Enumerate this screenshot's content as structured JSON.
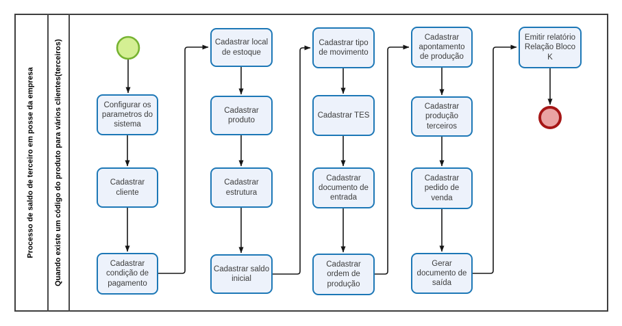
{
  "pool": {
    "title": "Processo de saldo de terceiro em posse da empresa",
    "lane_title": "Quando existe um código do produto para vários clientes(terceiros)"
  },
  "events": {
    "start": {
      "label": "start-event",
      "fill": "#d4ef93",
      "stroke": "#76b331"
    },
    "end": {
      "label": "end-event",
      "fill": "#eaa3a3",
      "stroke": "#a61616"
    }
  },
  "tasks": [
    {
      "label": "Configurar os parametros do sistema"
    },
    {
      "label": "Cadastrar cliente"
    },
    {
      "label": "Cadastrar condição de pagamento"
    },
    {
      "label": "Cadastrar local de estoque"
    },
    {
      "label": "Cadastrar produto"
    },
    {
      "label": "Cadastrar estrutura"
    },
    {
      "label": "Cadastrar saldo inicial"
    },
    {
      "label": "Cadastrar tipo de movimento"
    },
    {
      "label": "Cadastrar TES"
    },
    {
      "label": "Cadastrar documento de entrada"
    },
    {
      "label": "Cadastrar ordem de produção"
    },
    {
      "label": "Cadastrar apontamento de produção"
    },
    {
      "label": "Cadastrar produção terceiros"
    },
    {
      "label": "Cadastrar pedido de venda"
    },
    {
      "label": "Gerar documento de saída"
    },
    {
      "label": "Emitir relatório Relação Bloco K"
    }
  ],
  "colors": {
    "task_border": "#1c77b6",
    "task_fill": "#edf2fb",
    "connector": "#161616",
    "pool_border": "#3d3d3d"
  }
}
